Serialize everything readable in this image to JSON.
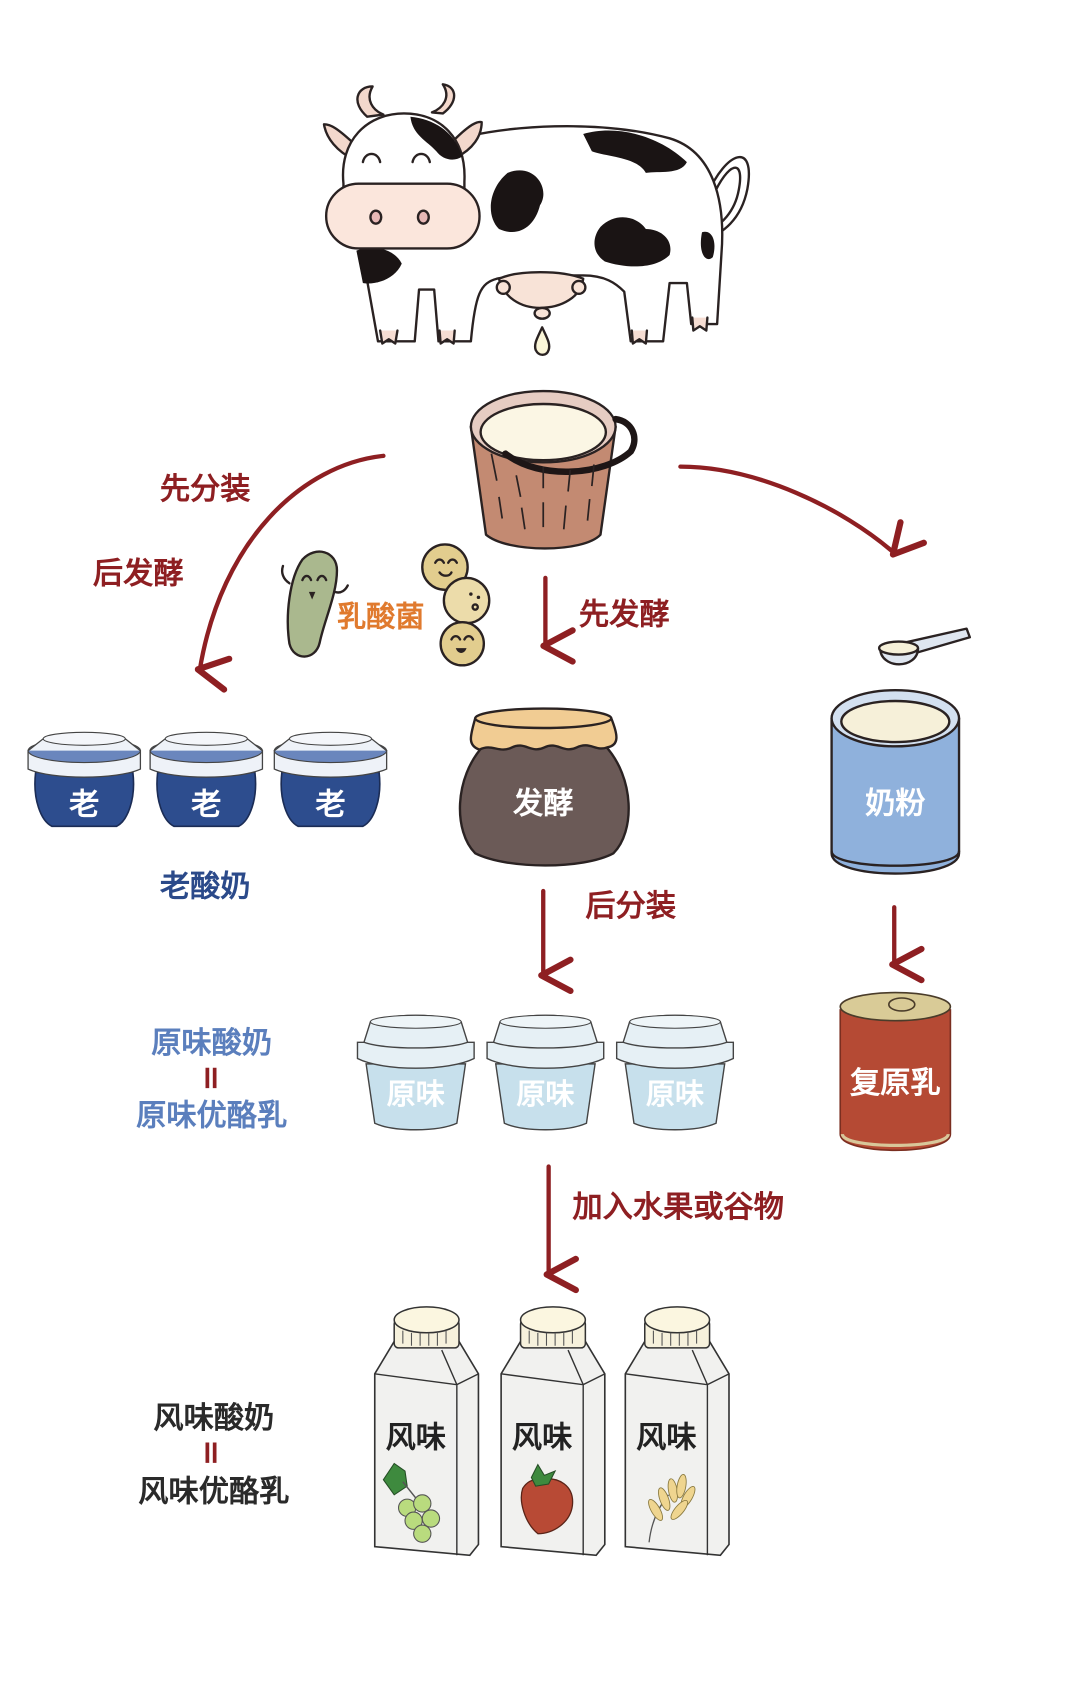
{
  "title_nodes": {
    "cow": "cow",
    "bucket": "milk-bucket"
  },
  "edges": {
    "left_top": "先分装",
    "left_bottom": "后发酵",
    "center_top": "先发酵",
    "center_bottom": "后分装",
    "bottom": "加入水果或谷物"
  },
  "bacteria_label": "乳酸菌",
  "nodes": {
    "old_cup_label": "老",
    "old_cups": [
      "老",
      "老",
      "老"
    ],
    "old_yogurt": "老酸奶",
    "ferment_jar": "发酵",
    "milk_powder": "奶粉",
    "reconstituted_can": "复原乳",
    "plain_cups": [
      "原味",
      "原味",
      "原味"
    ],
    "flavor_bottles": [
      "风味",
      "风味",
      "风味"
    ]
  },
  "equivalences": {
    "plain": {
      "top": "原味酸奶",
      "sign": "=",
      "bottom": "原味优酪乳"
    },
    "flavor": {
      "top": "风味酸奶",
      "sign": "=",
      "bottom": "风味优酪乳"
    }
  },
  "fruit_icons": [
    "grape-icon",
    "strawberry-icon",
    "wheat-icon"
  ],
  "colors": {
    "arrow": "#8e1f22",
    "bacteria_text": "#e07a2e",
    "old_yogurt_text": "#2b4a8a",
    "plain_text": "#5b7fbd",
    "flavor_text": "#2a2a2a",
    "old_cup": "#2d4d8e",
    "jar": "#6b5a57",
    "can_blue": "#8fb1dc",
    "can_red": "#b54a34"
  }
}
